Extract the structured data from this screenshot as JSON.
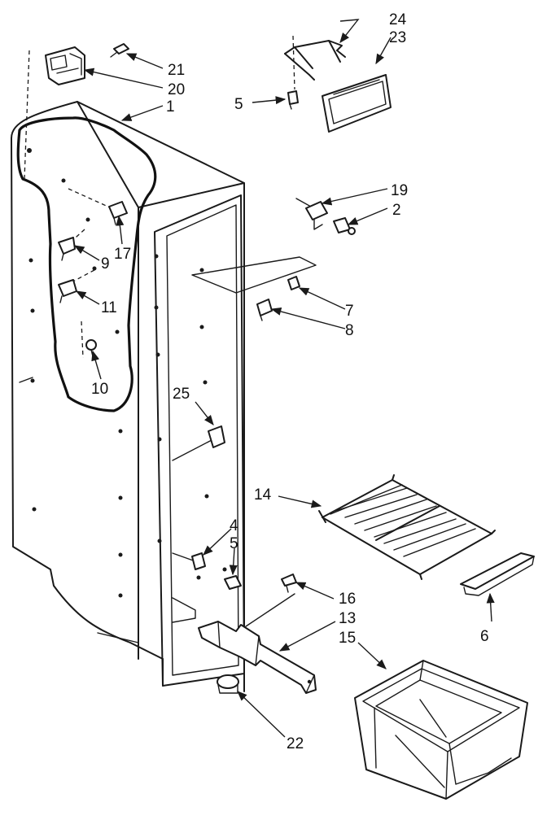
{
  "labels": {
    "l1": "1",
    "l2": "2",
    "l4": "4",
    "l5a": "5",
    "l5b": "5",
    "l6": "6",
    "l7": "7",
    "l8": "8",
    "l9": "9",
    "l10": "10",
    "l11": "11",
    "l13": "13",
    "l14": "14",
    "l15": "15",
    "l16": "16",
    "l17": "17",
    "l19": "19",
    "l20": "20",
    "l21": "21",
    "l22": "22",
    "l23": "23",
    "l24": "24",
    "l25": "25"
  }
}
